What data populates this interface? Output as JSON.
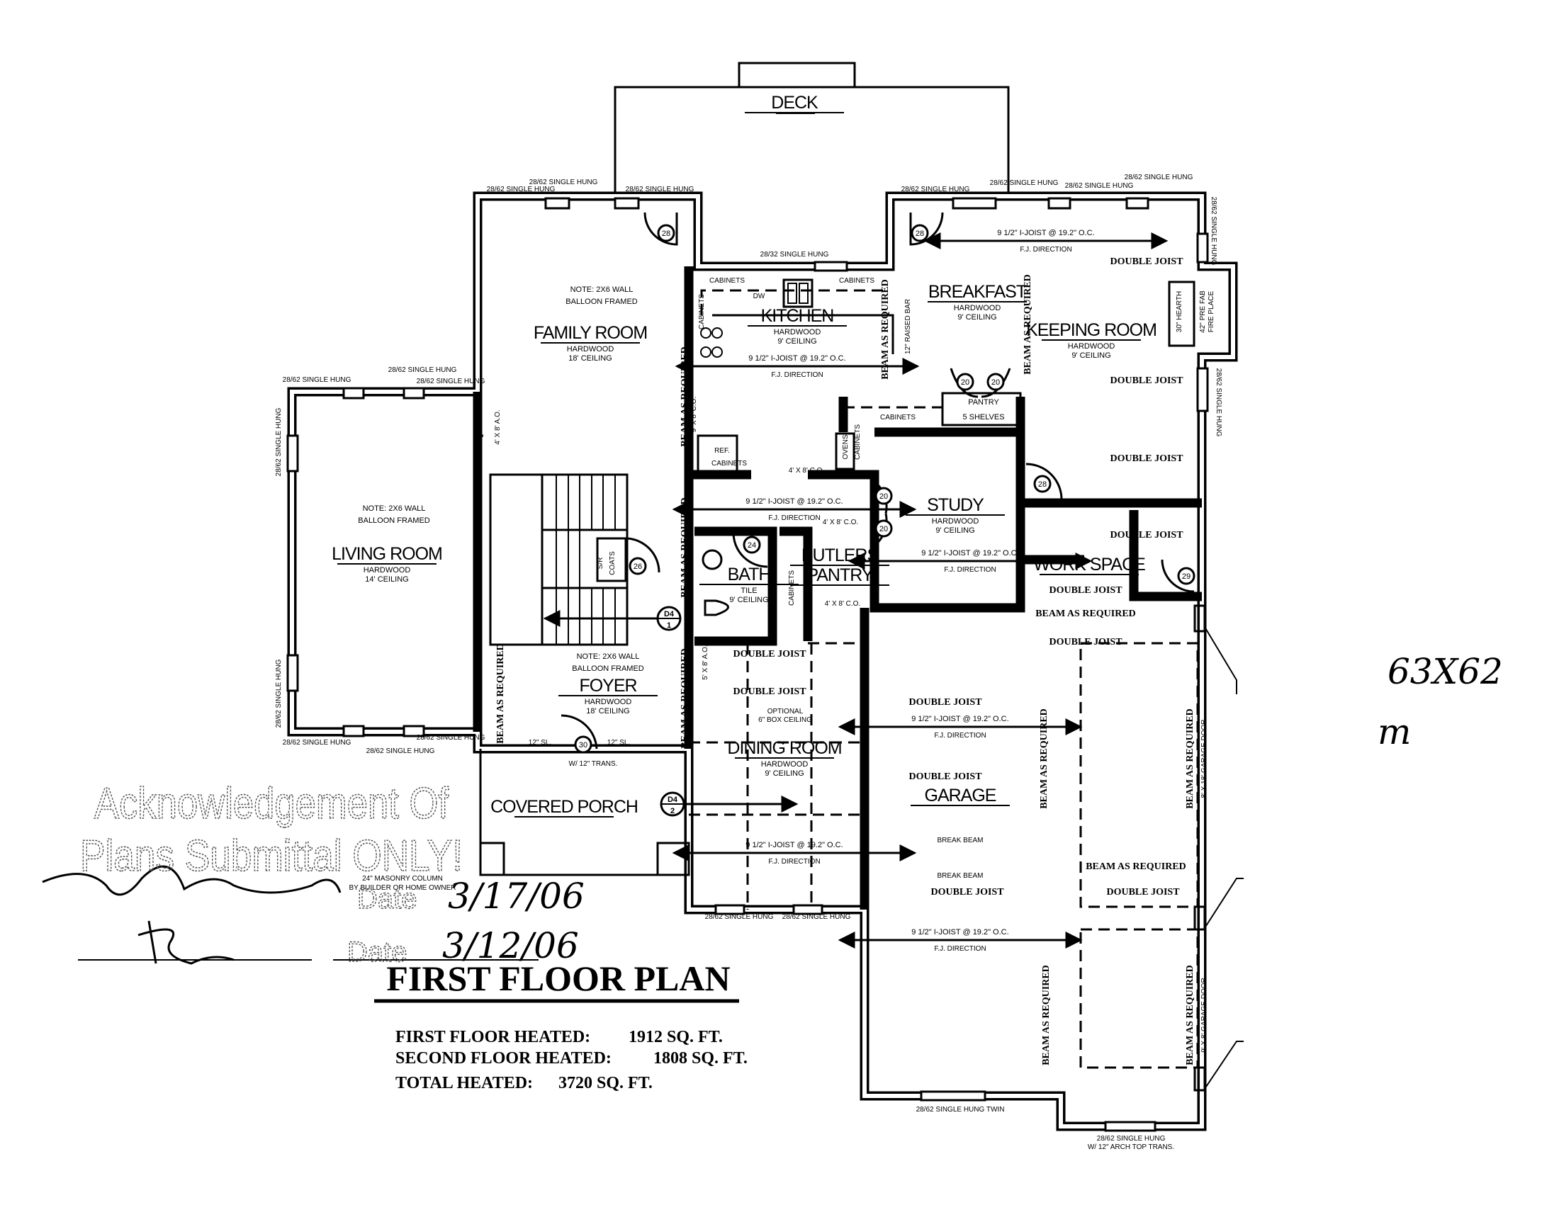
{
  "drawing": {
    "title": "FIRST FLOOR PLAN",
    "areas": [
      {
        "label": "FIRST FLOOR HEATED:",
        "value": "1912 SQ. FT."
      },
      {
        "label": "SECOND FLOOR HEATED:",
        "value": "1808 SQ. FT."
      },
      {
        "label": "TOTAL HEATED:",
        "value": "3720 SQ. FT."
      }
    ]
  },
  "rooms": [
    {
      "name": "DECK"
    },
    {
      "name": "FAMILY ROOM",
      "finish": "HARDWOOD",
      "ceiling": "18' CEILING"
    },
    {
      "name": "LIVING ROOM",
      "finish": "HARDWOOD",
      "ceiling": "14' CEILING"
    },
    {
      "name": "KITCHEN",
      "finish": "HARDWOOD",
      "ceiling": "9' CEILING"
    },
    {
      "name": "BREAKFAST",
      "finish": "HARDWOOD",
      "ceiling": "9' CEILING"
    },
    {
      "name": "KEEPING ROOM",
      "finish": "HARDWOOD",
      "ceiling": "9' CEILING"
    },
    {
      "name": "STUDY",
      "finish": "HARDWOOD",
      "ceiling": "9' CEILING"
    },
    {
      "name": "BATH",
      "finish": "TILE",
      "ceiling": "9' CEILING"
    },
    {
      "name": "BUTLERS",
      "name2": "PANTRY"
    },
    {
      "name": "FOYER",
      "finish": "HARDWOOD",
      "ceiling": "18' CEILING"
    },
    {
      "name": "WORK SPACE"
    },
    {
      "name": "DINING ROOM",
      "finish": "HARDWOOD",
      "ceiling": "9' CEILING"
    },
    {
      "name": "GARAGE"
    },
    {
      "name": "COVERED PORCH"
    },
    {
      "name": "PANTRY",
      "shelves": "5 SHELVES"
    }
  ],
  "structural": {
    "double_joist": "DOUBLE JOIST",
    "beam": "BEAM AS REQUIRED",
    "joist_spec": "9 1/2\" I-JOIST @ 19.2\" O.C.",
    "joist_dir": "F.J. DIRECTION",
    "break_beam": "BREAK BEAM",
    "balloon_note_1": "NOTE: 2X6 WALL",
    "balloon_note_2": "BALLOON FRAMED"
  },
  "windows": {
    "single_hung": "28/62 SINGLE HUNG",
    "single_hung_32": "28/32 SINGLE HUNG",
    "single_hung_twin": "28/62 SINGLE HUNG TWIN",
    "arch_top": "W/ 12\" ARCH TOP TRANS."
  },
  "notes": {
    "ao_4x8": "4' X 8' A.O.",
    "co_9x8": "9' X 8' C.O.",
    "co_4x8": "4' X 8' C.O.",
    "ao_5x8": "5' X 8' A.O.",
    "optional": "OPTIONAL",
    "box_ceiling": "6\" BOX CEILING",
    "cabinets": "CABINETS",
    "dw": "DW",
    "ref": "REF.",
    "ovens": "OVENS",
    "raised_bar": "12\" RAISED BAR",
    "hearth": "30\" HEARTH",
    "fireplace_1": "42\" PRE FAB",
    "fireplace_2": "FIRE PLACE",
    "sr": "S/R",
    "coats": "COATS",
    "sidelight": "12\" SL.",
    "transom": "W/ 12\" TRANS.",
    "column_1": "24\" MASONRY COLUMN",
    "column_2": "BY BUILDER OR HOME OWNER",
    "garage_door_1": "8' X 18' GARAGE DOOR",
    "garage_door_2": "9' X 8' GARAGE DOOR"
  },
  "doors": [
    "28",
    "28",
    "20",
    "20",
    "28",
    "20",
    "20",
    "24",
    "26",
    "30",
    "29"
  ],
  "sections": [
    {
      "ref": "D4",
      "sheet": "1"
    },
    {
      "ref": "D4",
      "sheet": "2"
    }
  ],
  "stamp": {
    "line1": "Acknowledgement Of",
    "line2": "Plans Submittal ONLY!",
    "date_label": "Date",
    "date_1": "3/17/06",
    "date_2": "3/12/06"
  },
  "handwritten": {
    "dimensions": "63X62",
    "initials": "m"
  }
}
